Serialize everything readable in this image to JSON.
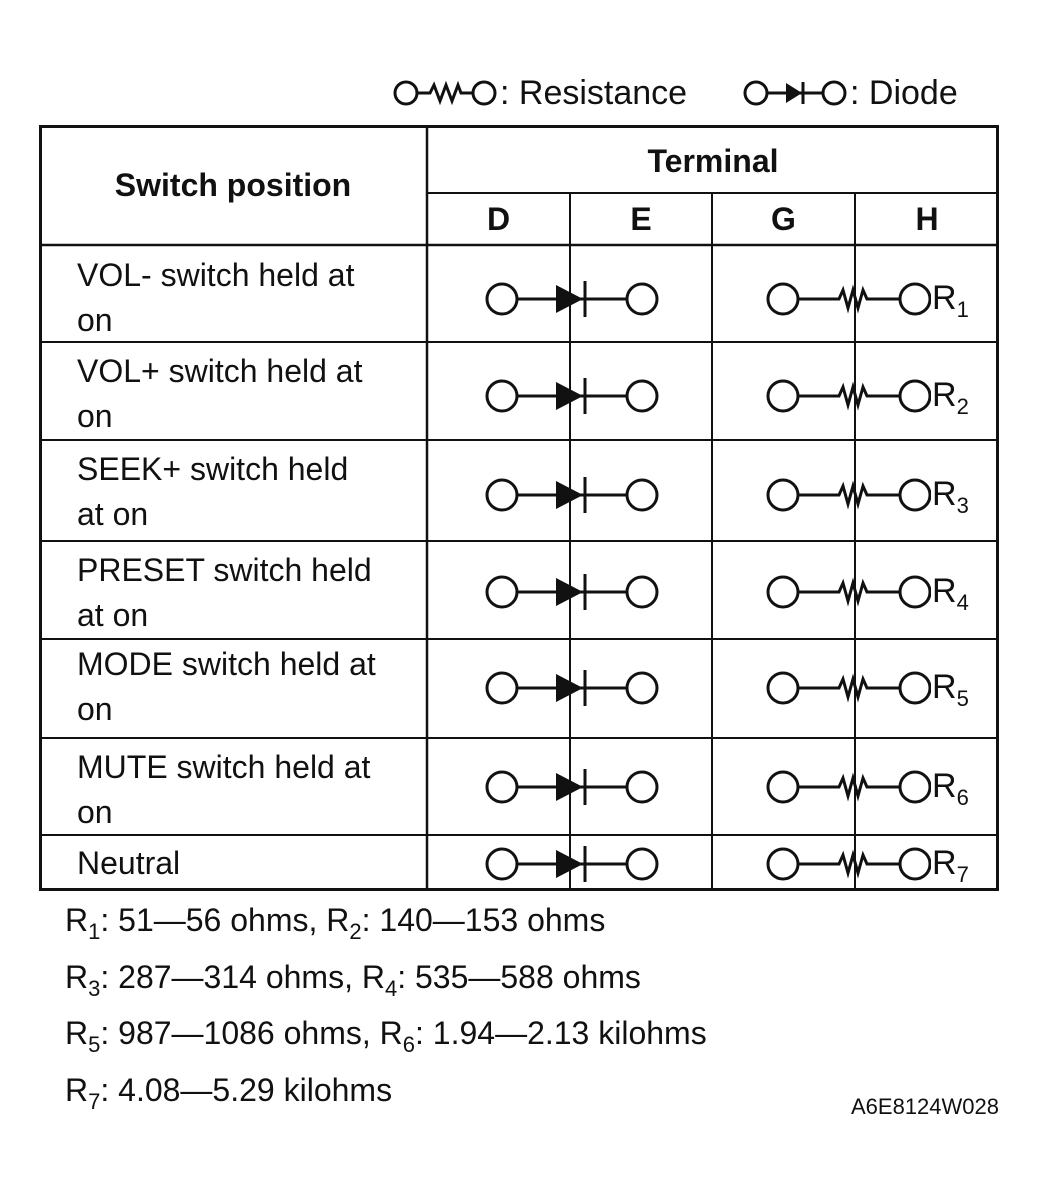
{
  "legend": {
    "resistance_label": ": Resistance",
    "diode_label": ": Diode"
  },
  "table": {
    "header_switch_position": "Switch position",
    "header_terminal": "Terminal",
    "columns": [
      "D",
      "E",
      "G",
      "H"
    ],
    "rows": [
      {
        "line1": "VOL- switch held at",
        "line2": "on",
        "r_letter": "R",
        "r_sub": "1"
      },
      {
        "line1": "VOL+ switch held at",
        "line2": "on",
        "r_letter": "R",
        "r_sub": "2"
      },
      {
        "line1": "SEEK+ switch held",
        "line2": "at on",
        "r_letter": "R",
        "r_sub": "3"
      },
      {
        "line1": "PRESET switch held",
        "line2": "at on",
        "r_letter": "R",
        "r_sub": "4"
      },
      {
        "line1": "MODE switch held at",
        "line2": "on",
        "r_letter": "R",
        "r_sub": "5"
      },
      {
        "line1": "MUTE switch held at",
        "line2": "on",
        "r_letter": "R",
        "r_sub": "6"
      },
      {
        "line1": "Neutral",
        "line2": "",
        "r_letter": "R",
        "r_sub": "7"
      }
    ]
  },
  "notes": [
    [
      {
        "letter": "R",
        "sub": "1",
        "text": ": 51—56 ohms, "
      },
      {
        "letter": "R",
        "sub": "2",
        "text": ": 140—153 ohms"
      }
    ],
    [
      {
        "letter": "R",
        "sub": "3",
        "text": ": 287—314 ohms, "
      },
      {
        "letter": "R",
        "sub": "4",
        "text": ": 535—588 ohms"
      }
    ],
    [
      {
        "letter": "R",
        "sub": "5",
        "text": ": 987—1086 ohms, "
      },
      {
        "letter": "R",
        "sub": "6",
        "text": ": 1.94—2.13 kilohms"
      }
    ],
    [
      {
        "letter": "R",
        "sub": "7",
        "text": ": 4.08—5.29 kilohms"
      }
    ]
  ],
  "figure_code": "A6E8124W028"
}
